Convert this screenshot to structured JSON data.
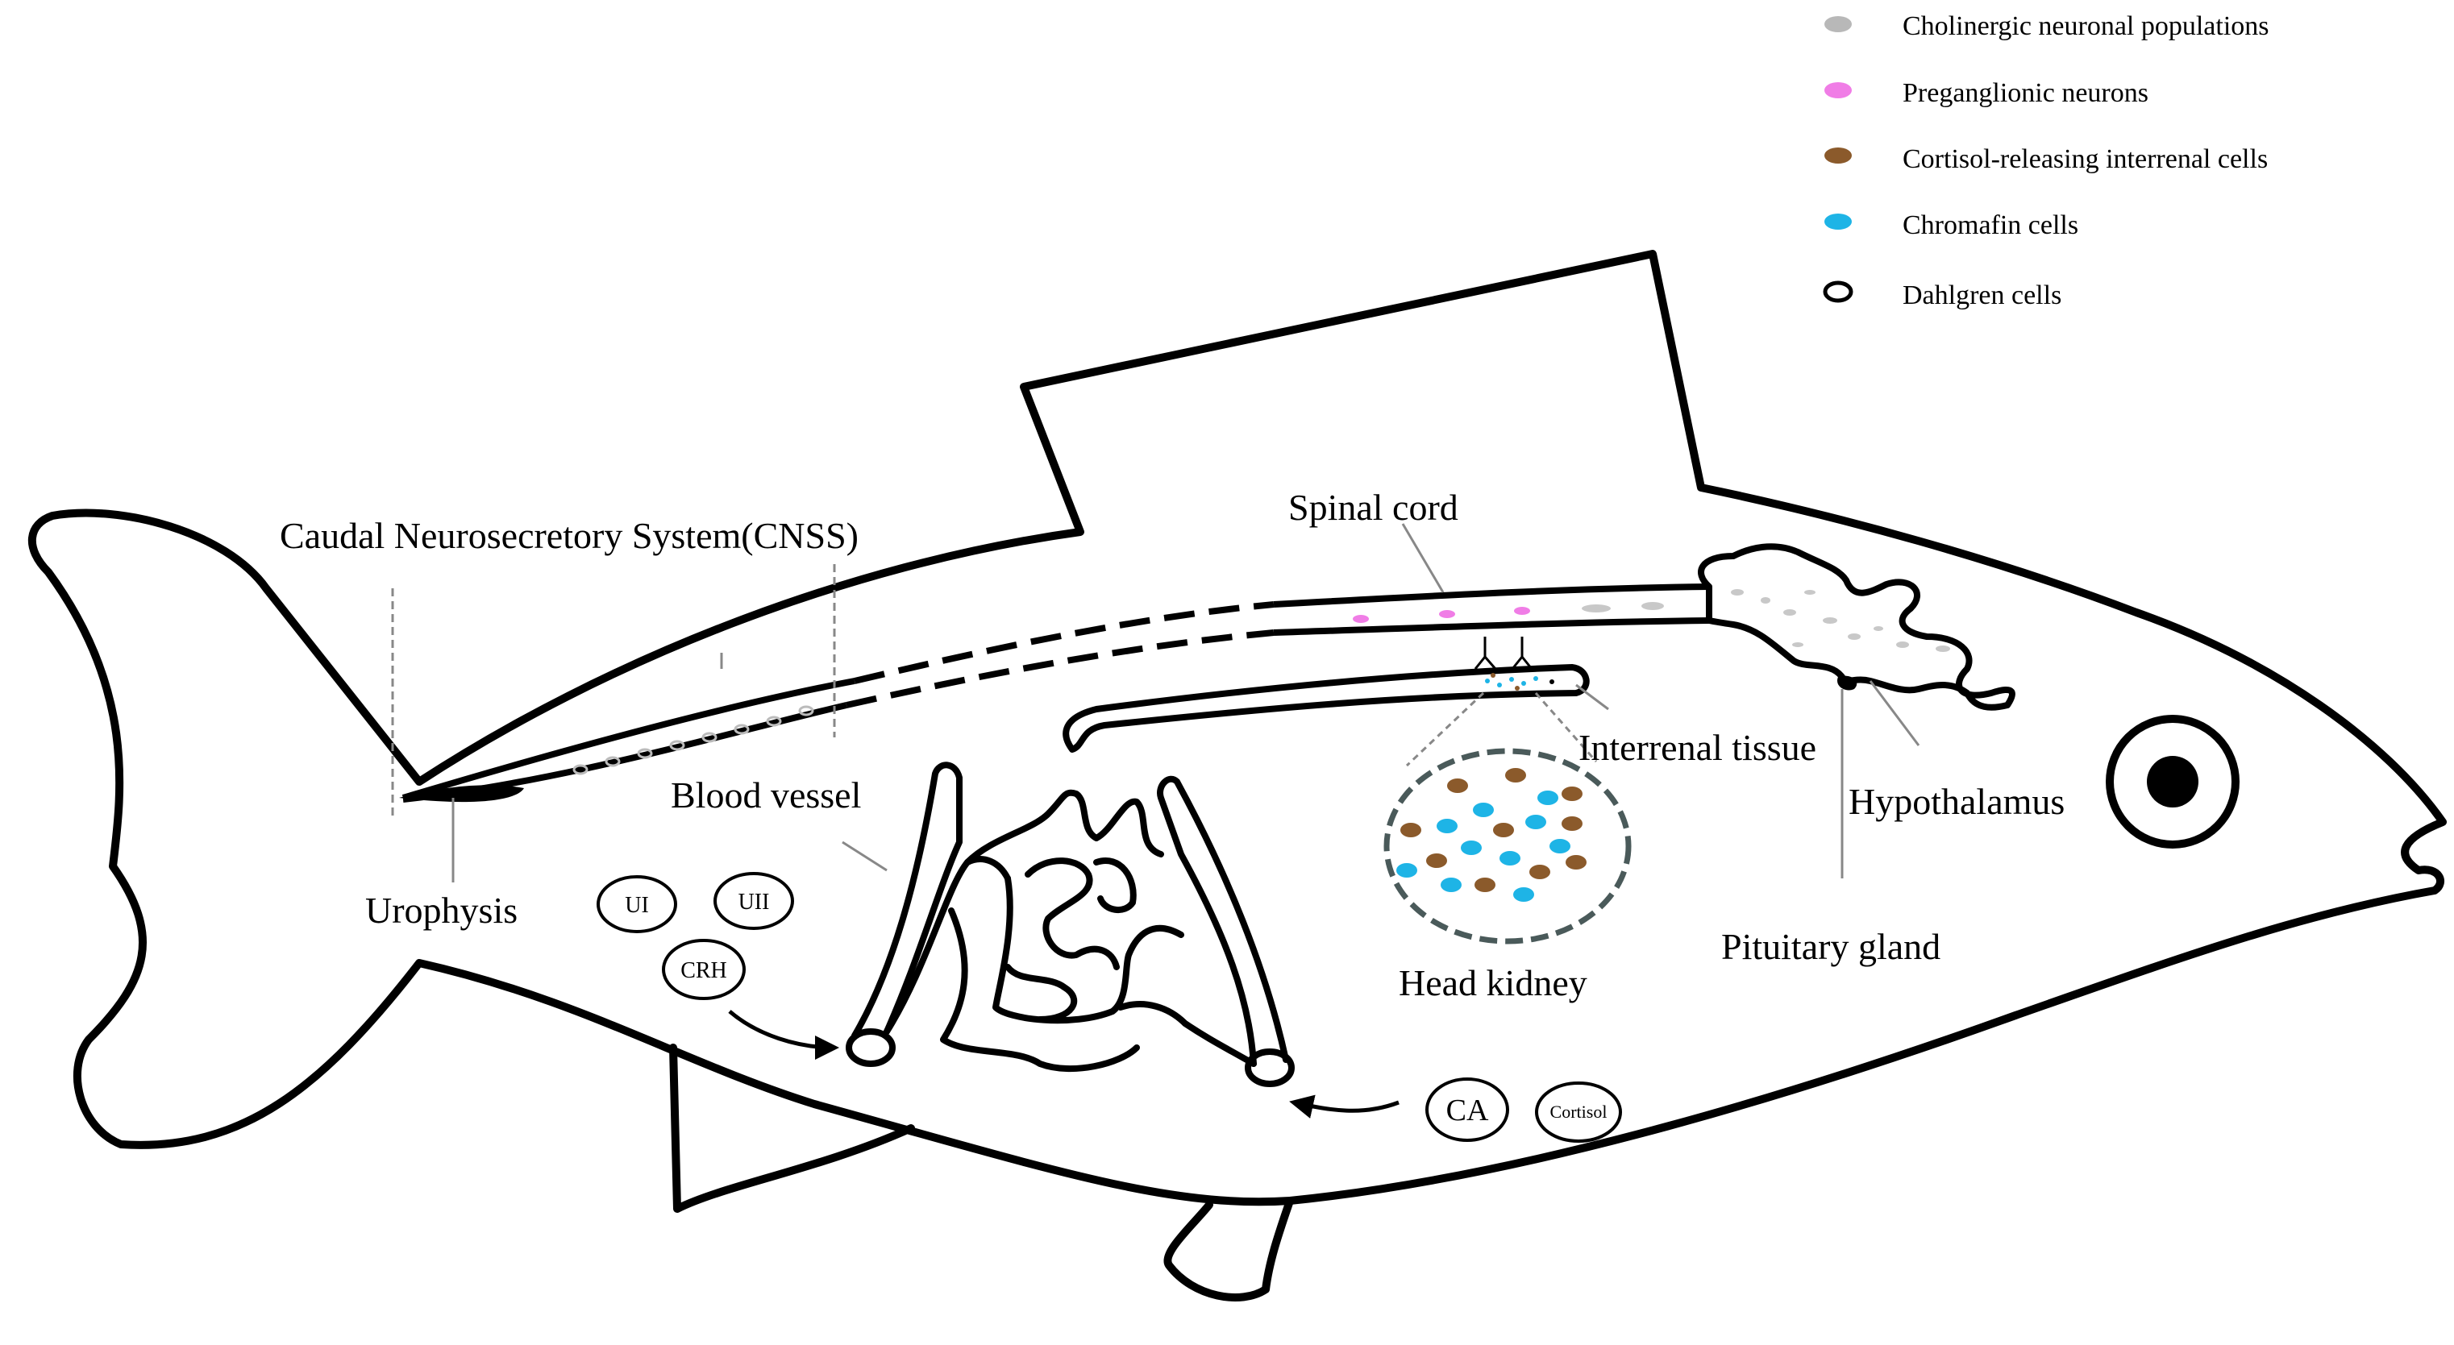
{
  "legend": {
    "items": [
      {
        "label": "Cholinergic neuronal populations",
        "color": "#b8b8b8",
        "shape": "filled-ellipse"
      },
      {
        "label": "Preganglionic neurons",
        "color": "#f07de6",
        "shape": "filled-ellipse"
      },
      {
        "label": "Cortisol-releasing interrenal cells",
        "color": "#8b5a2b",
        "shape": "filled-ellipse"
      },
      {
        "label": "Chromafin cells",
        "color": "#1eb4e6",
        "shape": "filled-ellipse"
      },
      {
        "label": "Dahlgren cells",
        "color": "#000000",
        "shape": "open-ellipse"
      }
    ]
  },
  "labels": {
    "cnss": "Caudal Neurosecretory System(CNSS)",
    "spinal_cord": "Spinal cord",
    "interrenal_tissue": "Interrenal tissue",
    "hypothalamus": "Hypothalamus",
    "pituitary_gland": "Pituitary gland",
    "blood_vessel": "Blood vessel",
    "urophysis": "Urophysis",
    "head_kidney": "Head kidney"
  },
  "hormones": {
    "ui": "UI",
    "uii": "UII",
    "crh": "CRH",
    "ca": "CA",
    "cortisol": "Cortisol"
  },
  "colors": {
    "outline": "#000000",
    "leader_line": "#888888",
    "kidney_border": "#4a5a5a"
  }
}
